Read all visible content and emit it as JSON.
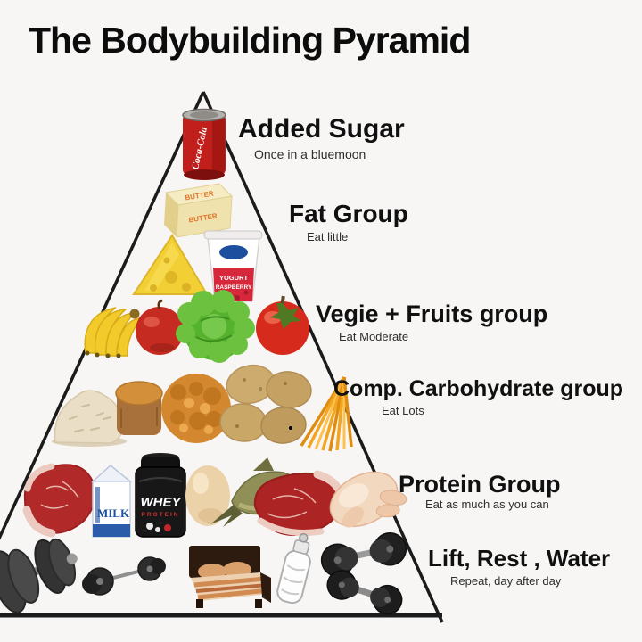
{
  "title": "The Bodybuilding Pyramid",
  "pyramid": {
    "levels": [
      {
        "heading": "Added Sugar",
        "advice": "Once in a bluemoon",
        "icons": [
          "cola-can-icon"
        ]
      },
      {
        "heading": "Fat Group",
        "advice": "Eat little",
        "icons": [
          "butter-icon",
          "cheese-icon",
          "yogurt-icon"
        ]
      },
      {
        "heading": "Vegie + Fruits group",
        "advice": "Eat Moderate",
        "icons": [
          "bananas-icon",
          "apple-icon",
          "lettuce-icon",
          "tomato-icon"
        ]
      },
      {
        "heading": "Comp. Carbohydrate group",
        "advice": "Eat Lots",
        "icons": [
          "rice-icon",
          "bread-icon",
          "cereal-icon",
          "potatoes-icon",
          "spaghetti-icon"
        ]
      },
      {
        "heading": "Protein Group",
        "advice": "Eat as much as you can",
        "icons": [
          "steak-icon",
          "milk-carton-icon",
          "whey-protein-icon",
          "egg-icon",
          "fish-icon",
          "steak-icon-2",
          "chicken-icon"
        ]
      },
      {
        "heading": "Lift, Rest , Water",
        "advice": "Repeat, day after day",
        "icons": [
          "dumbbell-icon",
          "barbell-icon",
          "bed-icon",
          "water-bottle-icon",
          "dumbbells-icon"
        ]
      }
    ]
  },
  "products": {
    "cola_brand": "Coca-Cola",
    "butter_label": "BUTTER",
    "yogurt_label_top": "YOGURT",
    "yogurt_label_bottom": "RASPBERRY",
    "milk_label": "MILK",
    "whey_label": "WHEY",
    "whey_sub_label": "PROTEIN"
  },
  "colors": {
    "background": "#f7f6f5",
    "outline": "#1b1b1b",
    "heading_text": "#101010",
    "cola_red": "#c11f1c",
    "spaghetti_orange": "#f2a51f"
  }
}
